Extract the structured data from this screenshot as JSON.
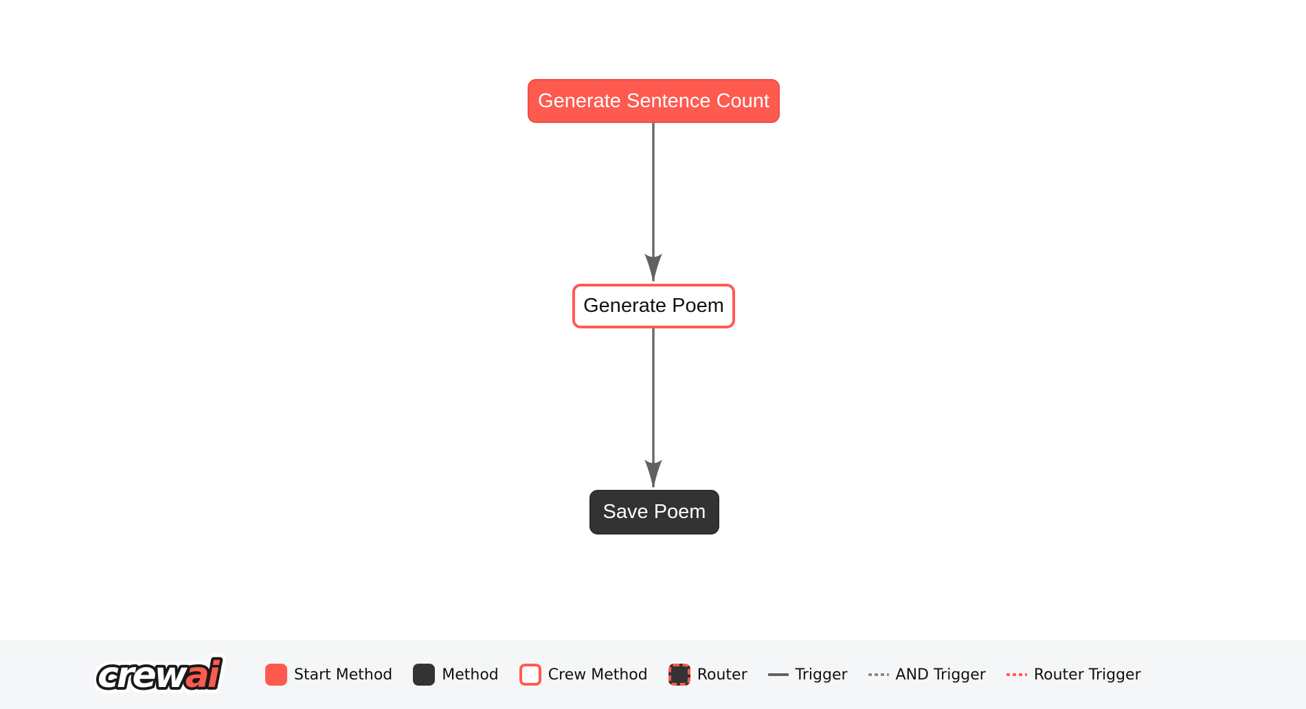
{
  "flow": {
    "nodes": [
      {
        "id": "generate_sentence_count",
        "label": "Generate Sentence Count",
        "type": "start-method"
      },
      {
        "id": "generate_poem",
        "label": "Generate Poem",
        "type": "crew-method"
      },
      {
        "id": "save_poem",
        "label": "Save Poem",
        "type": "method"
      }
    ],
    "edges": [
      {
        "from": "generate_sentence_count",
        "to": "generate_poem",
        "type": "trigger"
      },
      {
        "from": "generate_poem",
        "to": "save_poem",
        "type": "trigger"
      }
    ]
  },
  "legend": {
    "logo": {
      "crew": "crew",
      "ai": "ai"
    },
    "items": [
      {
        "label": "Start Method",
        "swatch": "start-method-swatch"
      },
      {
        "label": "Method",
        "swatch": "method-swatch"
      },
      {
        "label": "Crew Method",
        "swatch": "crew-method-swatch"
      },
      {
        "label": "Router",
        "swatch": "router-swatch"
      },
      {
        "label": "Trigger",
        "swatch": "trigger-line-solid"
      },
      {
        "label": "AND Trigger",
        "swatch": "and-trigger-line-dashed"
      },
      {
        "label": "Router Trigger",
        "swatch": "router-trigger-line-dashed-red"
      }
    ]
  },
  "colors": {
    "brand_red": "#ff5a50",
    "method_dark": "#333333",
    "edge_gray": "#6b6b6b",
    "canvas_bg": "#ffffff",
    "legend_bg": "#f5f6f7",
    "node_text_light": "#ffffff",
    "text_dark": "#111111"
  }
}
